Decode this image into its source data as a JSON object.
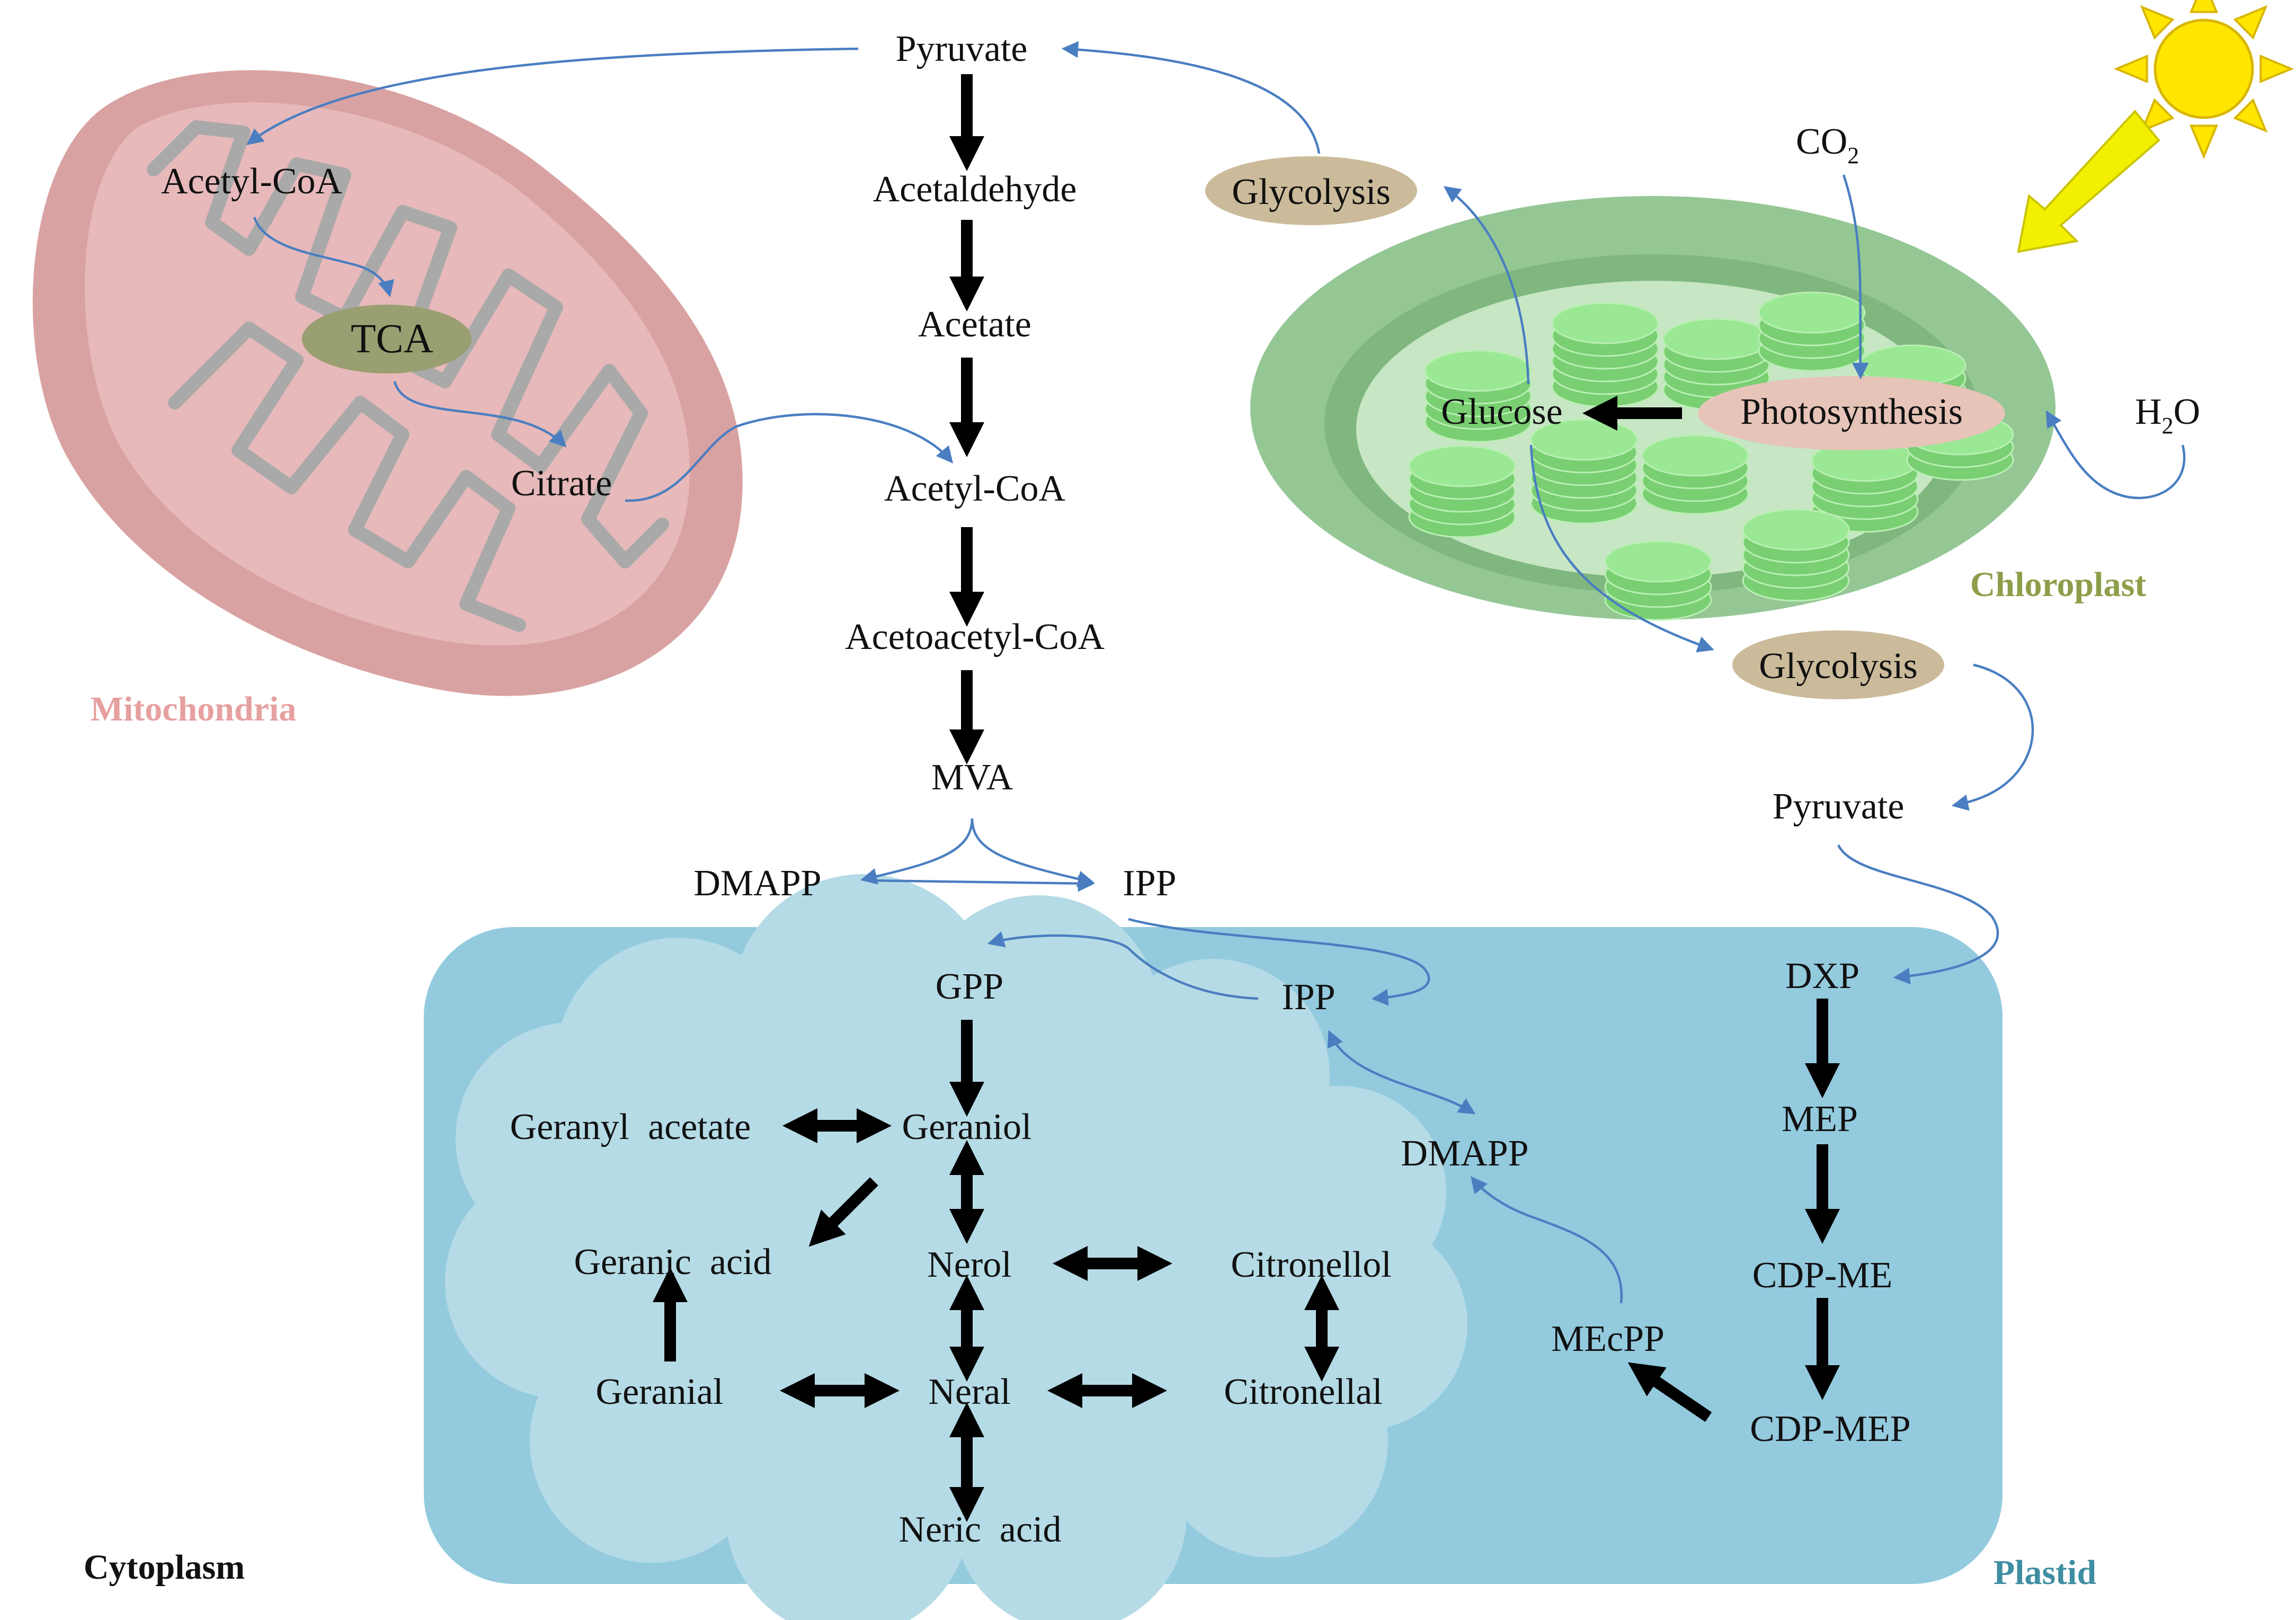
{
  "colors": {
    "mito_fill": "#d9a2a2",
    "mito_inner": "#e7b9ba",
    "mito_cristae": "#a9a9a9",
    "mito_label": "#e6a0a0",
    "chloro_outer": "#95c795",
    "chloro_mid": "#7fb77f",
    "chloro_inner": "#c7e6c4",
    "thylakoid": "#8fdf88",
    "chloro_label": "#8d9e4a",
    "plastid_fill": "#93cade",
    "plastid_label": "#3f8ea2",
    "cloud_fill": "#b5dbe6",
    "oval_tca": "#9a9f72",
    "oval_glycolysis": "#cbbb9a",
    "oval_photo": "#e6c4b8",
    "thin_arrow": "#4a7ec1",
    "thick_arrow": "#000000",
    "sun": "#ffe600",
    "sun_stroke": "#d8b600",
    "sun_arrow": "#f2f000"
  },
  "regions": {
    "mitochondria": "Mitochondria",
    "chloroplast": "Chloroplast",
    "plastid": "Plastid",
    "cytoplasm": "Cytoplasm"
  },
  "cytosol_pathway": {
    "pyruvate": "Pyruvate",
    "acetaldehyde": "Acetaldehyde",
    "acetate": "Acetate",
    "acetyl_coa": "Acetyl-CoA",
    "acetoacetyl_coa": "Acetoacetyl-CoA",
    "mva": "MVA",
    "dmapp": "DMAPP",
    "ipp": "IPP"
  },
  "mitochondria_nodes": {
    "acetyl_coa": "Acetyl-CoA",
    "tca": "TCA",
    "citrate": "Citrate"
  },
  "chloroplast_nodes": {
    "glycolysis_top": "Glycolysis",
    "co2": "CO",
    "co2_sub": "2",
    "h2o_h": "H",
    "h2o_sub": "2",
    "h2o_o": "O",
    "glucose": "Glucose",
    "photosynthesis": "Photosynthesis",
    "glycolysis_bottom": "Glycolysis",
    "pyruvate": "Pyruvate"
  },
  "plastid_nodes": {
    "gpp": "GPP",
    "ipp": "IPP",
    "dmapp": "DMAPP",
    "dxp": "DXP",
    "mep": "MEP",
    "cdp_me": "CDP-ME",
    "cdp_mep": "CDP-MEP",
    "mecpp": "MEcPP",
    "geranyl_acetate": "Geranyl  acetate",
    "geraniol": "Geraniol",
    "geranic_acid": "Geranic  acid",
    "nerol": "Nerol",
    "citronellol": "Citronellol",
    "geranial": "Geranial",
    "neral": "Neral",
    "citronellal": "Citronellal",
    "neric_acid": "Neric  acid"
  }
}
